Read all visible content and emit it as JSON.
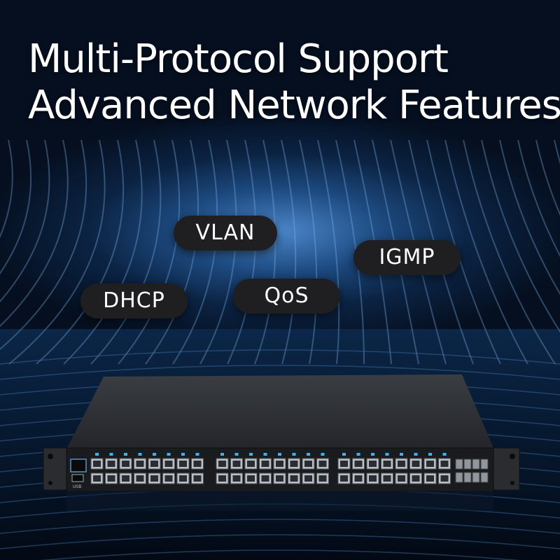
{
  "headline": {
    "line1": "Multi-Protocol Support",
    "line2": "Advanced Network Features"
  },
  "protocols": {
    "vlan": "VLAN",
    "igmp": "IGMP",
    "dhcp": "DHCP",
    "qos": "QoS"
  },
  "device": {
    "usb_label": "USB",
    "rj45_port_count": 48,
    "sfp_port_count": 8
  },
  "colors": {
    "background_glow": "#4b86c9",
    "background_dark": "#050f1f",
    "pill_fill": "#1f1f21",
    "port_led": "#39b3f5",
    "chassis": "#2b2d31"
  }
}
